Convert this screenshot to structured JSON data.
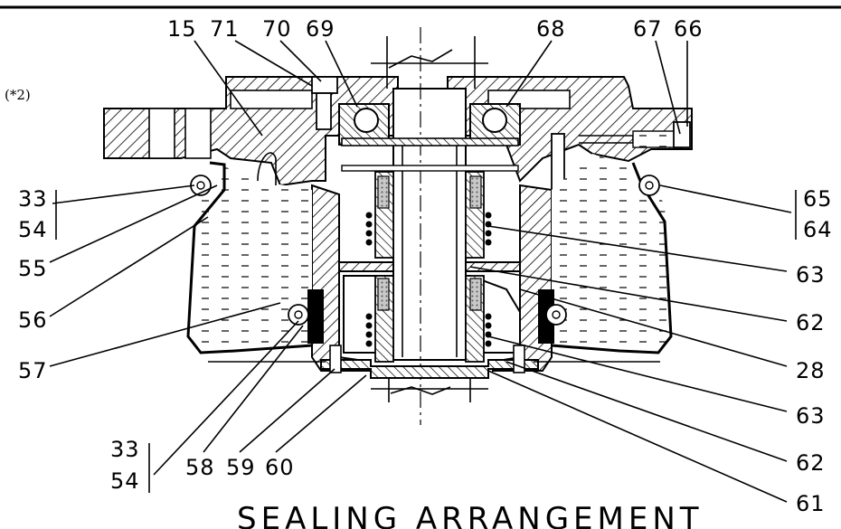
{
  "title": "SEALING ARRANGEMENT",
  "note": "(*2)",
  "labels": {
    "top": [
      "15",
      "71",
      "70",
      "69",
      "68",
      "67",
      "66"
    ],
    "left_33a": "33",
    "left_54a": "54",
    "left_55": "55",
    "left_56": "56",
    "left_57": "57",
    "bottom_33": "33",
    "bottom_54": "54",
    "bottom_58": "58",
    "bottom_59": "59",
    "bottom_60": "60",
    "right_65": "65",
    "right_64": "64",
    "right_63a": "63",
    "right_62a": "62",
    "right_28": "28",
    "right_63b": "63",
    "right_62b": "62",
    "right_61": "61"
  }
}
